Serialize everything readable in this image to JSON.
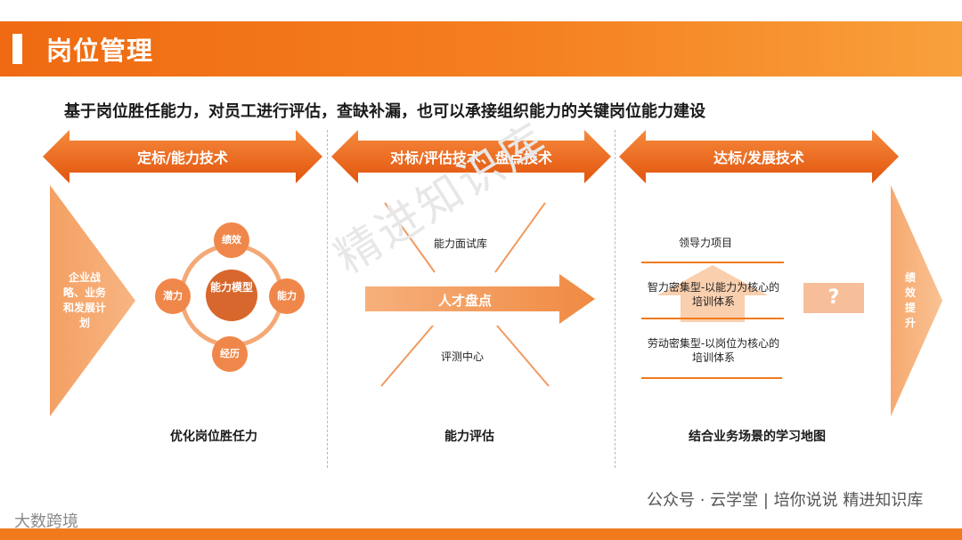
{
  "header": {
    "title": "岗位管理"
  },
  "subtitle": "基于岗位胜任能力，对员工进行评估，查缺补漏，也可以承接组织能力的关键岗位能力建设",
  "banners": [
    {
      "label": "定标/能力技术"
    },
    {
      "label": "对标/评估技术、盘点技术"
    },
    {
      "label": "达标/发展技术"
    }
  ],
  "left_arrow": {
    "text": "企业战略、业务和发展计划"
  },
  "right_arrow": {
    "text": "绩效提升"
  },
  "column1": {
    "center": "能力模型",
    "top": "绩效",
    "right": "能力",
    "bottom": "经历",
    "left": "潜力",
    "caption": "优化岗位胜任力"
  },
  "column2": {
    "top_text": "能力面试库",
    "arrow_text": "人才盘点",
    "bottom_text": "评测中心",
    "caption": "能力评估"
  },
  "column3": {
    "item1": "领导力项目",
    "item2": "智力密集型-以能力为核心的培训体系",
    "item3": "劳动密集型-以岗位为核心的培训体系",
    "question": "?",
    "caption": "结合业务场景的学习地图"
  },
  "watermarks": {
    "center": "精进知识库",
    "bottom_left": "大数跨境",
    "bottom_right": "公众号 · 云学堂 | 培你说说  精进知识库"
  },
  "colors": {
    "accent": "#f07a1c",
    "banner": "#ee6a1a",
    "light": "#f6a66a"
  }
}
